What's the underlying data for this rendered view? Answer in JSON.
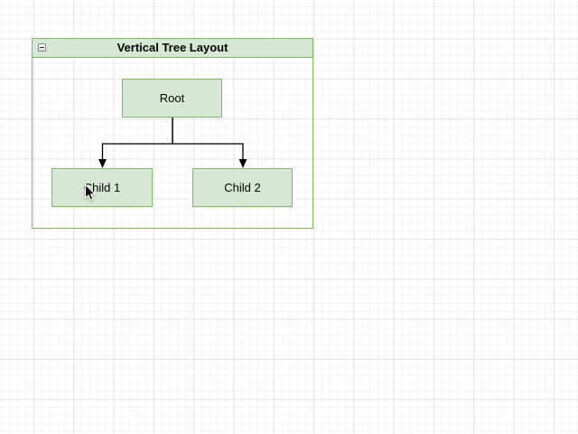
{
  "theme": {
    "canvas-bg": "#ffffff",
    "grid-minor": "#f3f3f8",
    "grid-major": "#e4e4e9",
    "shape-fill": "#d5e8d4",
    "shape-border": "#82b366",
    "edge-color": "#000000",
    "text-color": "#000000"
  },
  "icons": {
    "collapse": "minus-icon",
    "cursor": "arrow-pointer-icon"
  },
  "diagram": {
    "container": {
      "title": "Vertical Tree Layout",
      "state": "expanded"
    },
    "nodes": [
      {
        "id": "root",
        "label": "Root"
      },
      {
        "id": "child1",
        "label": "Child 1"
      },
      {
        "id": "child2",
        "label": "Child 2"
      }
    ],
    "edges": [
      {
        "from": "root",
        "to": "child1",
        "style": "orthogonal-arrow"
      },
      {
        "from": "root",
        "to": "child2",
        "style": "orthogonal-arrow"
      }
    ]
  }
}
